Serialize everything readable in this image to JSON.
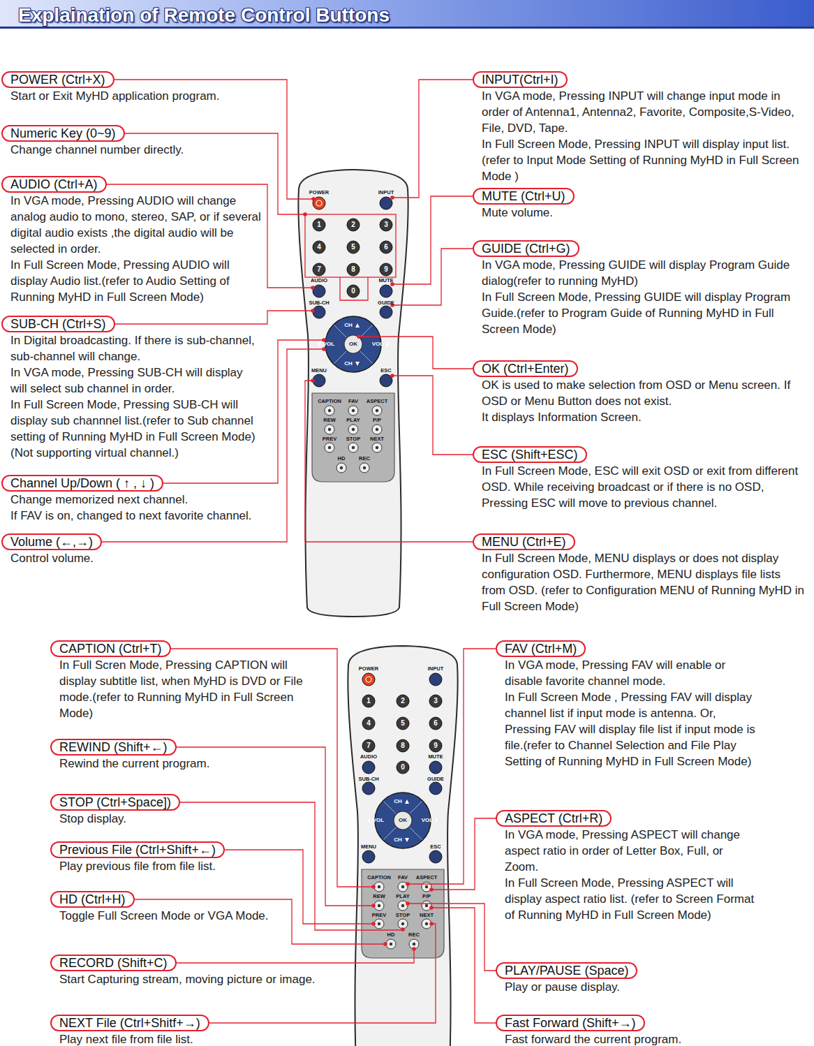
{
  "diagram": {
    "title": "Explaination of Remote Control Buttons",
    "nodes": [
      {
        "text": [
          "POWER (Ctrl+X)",
          "Start or Exit MyHD application program."
        ]
      },
      {
        "text": [
          "Numeric Key (0~9)",
          "Change channel number directly."
        ]
      },
      {
        "text": [
          "AUDIO (Ctrl+A)",
          "In VGA mode, Pressing AUDIO will change analog audio to mono, stereo, SAP, or if several digital audio exists ,the digital audio will be selected in order.",
          "In Full Screen Mode, Pressing AUDIO will display Audio list.(refer to Audio Setting of Running MyHD in Full Screen Mode)"
        ]
      },
      {
        "text": [
          "SUB-CH (Ctrl+S)",
          "In Digital broadcasting. If there is sub-channel, sub-channel will change.",
          "In VGA mode, Pressing SUB-CH will display will select sub channel in order.",
          "In Full Screen Mode, Pressing SUB-CH will display sub channnel list.(refer to Sub channel setting of Running MyHD in Full Screen Mode)",
          "(Not supporting virtual channel.)"
        ]
      },
      {
        "text": [
          "Channel Up/Down ( ↑ , ↓ )",
          "Change memorized next channel.",
          "If FAV is on, changed to next favorite channel."
        ]
      },
      {
        "text": [
          "Volume (←,→)",
          "Control volume."
        ]
      },
      {
        "text": [
          "INPUT(Ctrl+I)",
          "In VGA mode, Pressing INPUT will change input mode in order of Antenna1, Antenna2, Favorite, Composite,S-Video, File, DVD, Tape.",
          "In Full Screen Mode, Pressing INPUT will display input list.(refer to Input Mode Setting of Running MyHD in Full Screen Mode )"
        ]
      },
      {
        "text": [
          "MUTE (Ctrl+U)",
          "Mute volume."
        ]
      },
      {
        "text": [
          "GUIDE (Ctrl+G)",
          "In VGA mode, Pressing GUIDE will display Program Guide dialog(refer to running MyHD)",
          "In Full Screen Mode, Pressing GUIDE will display Program Guide.(refer to Program Guide of Running MyHD in Full Screen Mode)"
        ]
      },
      {
        "text": [
          "OK (Ctrl+Enter)",
          "OK is used to make selection from OSD or Menu screen. If OSD or Menu Button does not exist.",
          "It displays Information Screen."
        ]
      },
      {
        "text": [
          "ESC (Shift+ESC)",
          "In Full Screen Mode, ESC will exit OSD or exit from different OSD. While receiving broadcast or if there is no OSD, Pressing ESC will move to previous channel."
        ]
      },
      {
        "text": [
          "MENU (Ctrl+E)",
          "In Full Screen Mode, MENU displays or does not display configuration OSD. Furthermore, MENU displays file lists from OSD. (refer to Configuration MENU of Running MyHD in Full Screen Mode)"
        ]
      },
      {
        "text": [
          "CAPTION (Ctrl+T)",
          "In Full Scren Mode, Pressing CAPTION will display subtitle list, when MyHD is DVD or File mode.(refer to Running MyHD in Full Screen Mode)"
        ]
      },
      {
        "text": [
          "REWIND (Shift+←)",
          "Rewind the current program."
        ]
      },
      {
        "text": [
          "STOP (Ctrl+Space])",
          "Stop display."
        ]
      },
      {
        "text": [
          "Previous File (Ctrl+Shift+←)",
          "Play previous file from file list."
        ]
      },
      {
        "text": [
          "HD (Ctrl+H)",
          "Toggle Full Screen Mode or VGA Mode."
        ]
      },
      {
        "text": [
          "RECORD (Shift+C)",
          "Start Capturing stream, moving picture or image."
        ]
      },
      {
        "text": [
          "NEXT File (Ctrl+Shitf+→)",
          "Play next file from file list."
        ]
      },
      {
        "text": [
          "FAV (Ctrl+M)",
          "In VGA mode, Pressing FAV will enable or disable favorite channel mode.",
          "In Full Screen Mode , Pressing FAV will display channel list if input mode is antenna. Or, Pressing FAV will display file list if input mode is file.(refer to Channel Selection and File Play Setting of Running MyHD in Full Screen Mode)"
        ]
      },
      {
        "text": [
          "ASPECT (Ctrl+R)",
          "In VGA mode, Pressing ASPECT will change aspect ratio in order of Letter Box, Full, or Zoom.",
          "In Full Screen Mode, Pressing ASPECT will display aspect ratio list. (refer to Screen Format of Running MyHD in Full Screen Mode)"
        ]
      },
      {
        "text": [
          "PLAY/PAUSE (Space)",
          "Play or pause display."
        ]
      },
      {
        "text": [
          "Fast Forward (Shift+→)",
          "Fast forward the current program."
        ]
      }
    ],
    "labels": [
      "POWER",
      "INPUT",
      "1",
      "2",
      "3",
      "4",
      "5",
      "6",
      "7",
      "8",
      "9",
      "AUDIO",
      "0",
      "MUTE",
      "SUB-CH",
      "GUIDE",
      "CH",
      "VOL",
      "OK",
      "VOL",
      "CH",
      "MENU",
      "ESC",
      "CAPTION",
      "FAV",
      "ASPECT",
      "REW",
      "PLAY",
      "P/P",
      "PREV",
      "STOP",
      "NEXT",
      "HD",
      "REC",
      "POWER",
      "INPUT",
      "1",
      "2",
      "3",
      "4",
      "5",
      "6",
      "7",
      "8",
      "9",
      "AUDIO",
      "0",
      "MUTE",
      "SUB-CH",
      "GUIDE",
      "CH",
      "VOL",
      "OK",
      "VOL",
      "CH",
      "MENU",
      "ESC",
      "CAPTION",
      "FAV",
      "ASPECT",
      "REW",
      "PLAY",
      "P/P",
      "PREV",
      "STOP",
      "NEXT",
      "HD",
      "REC"
    ]
  }
}
